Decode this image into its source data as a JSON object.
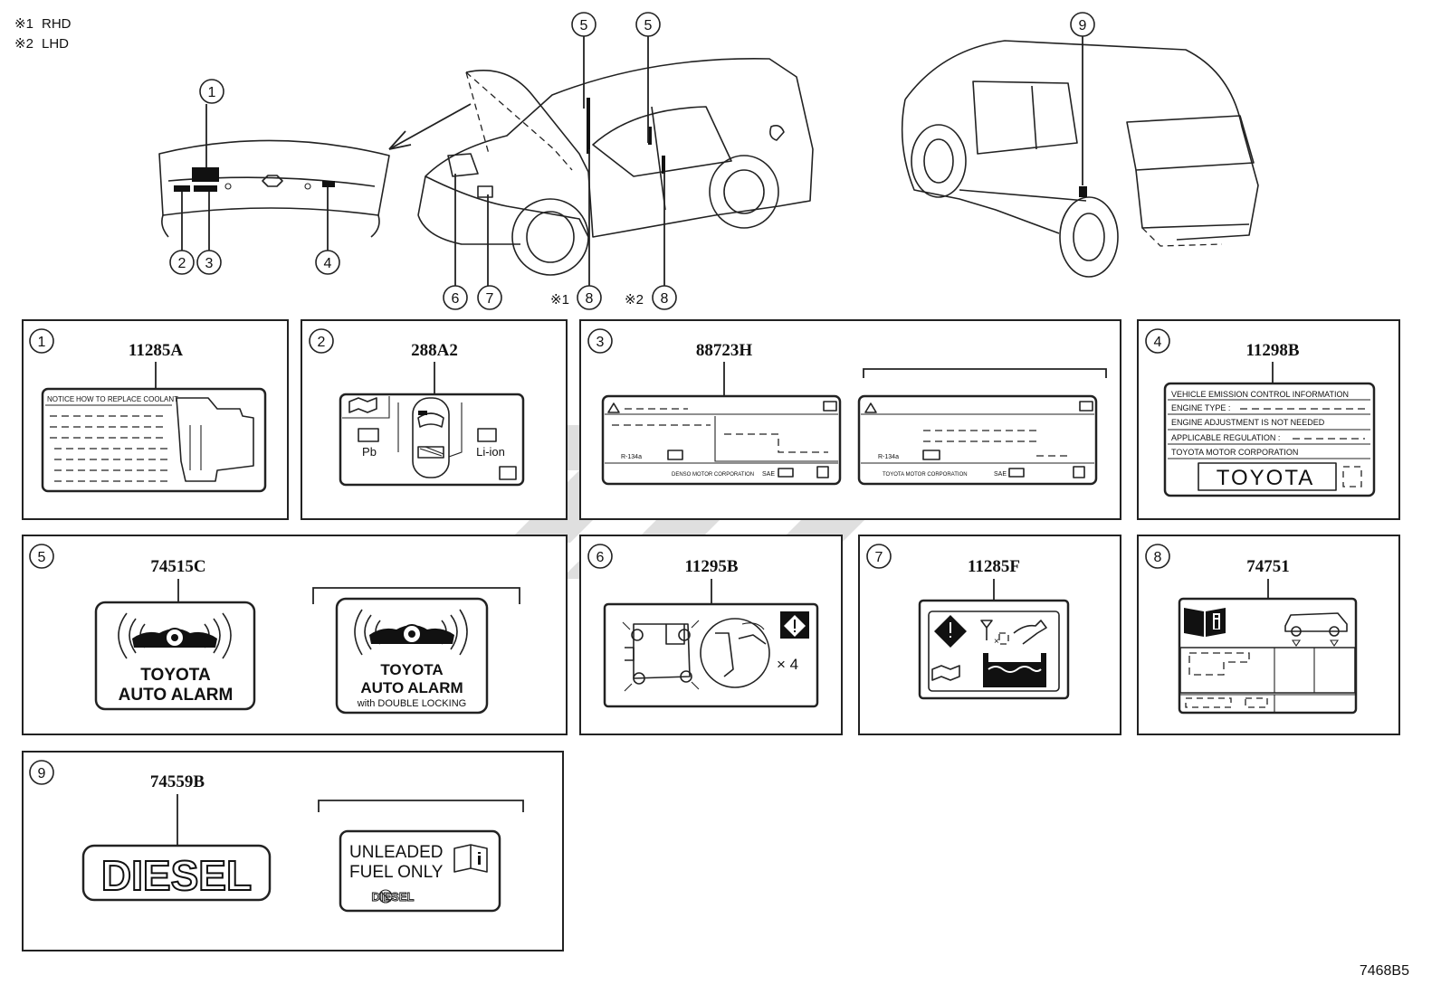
{
  "notes": [
    {
      "mark": "※1",
      "text": "RHD"
    },
    {
      "mark": "※2",
      "text": "LHD"
    }
  ],
  "callouts": {
    "c1": "1",
    "c2": "2",
    "c3": "3",
    "c4": "4",
    "c5a": "5",
    "c5b": "5",
    "c6": "6",
    "c7": "7",
    "c8a": "8",
    "c8b": "8",
    "c9": "9",
    "rhd_mark": "※1",
    "lhd_mark": "※2"
  },
  "panels": [
    {
      "index": "1",
      "part_number": "11285A",
      "label_text": {
        "notice": "NOTICE",
        "how": "HOW TO REPLACE COOLANT"
      }
    },
    {
      "index": "2",
      "part_number": "288A2",
      "label_text": {
        "pb": "Pb",
        "liion": "Li-ion"
      }
    },
    {
      "index": "3",
      "part_number": "88723H",
      "label_text": {
        "refrigerant": "R-134a",
        "maker": "DENSO MOTOR CORPORATION",
        "sae": "SAE",
        "maker2": "TOYOTA MOTOR CORPORATION"
      }
    },
    {
      "index": "4",
      "part_number": "11298B",
      "label_text": {
        "line1": "VEHICLE EMISSION CONTROL INFORMATION",
        "line2": "ENGINE TYPE :",
        "line3": "ENGINE ADJUSTMENT IS NOT NEEDED",
        "line4": "APPLICABLE REGULATION :",
        "line5": "TOYOTA MOTOR CORPORATION",
        "brand": "TOYOTA"
      }
    },
    {
      "index": "5",
      "part_number": "74515C",
      "label_text": {
        "a_line1": "TOYOTA",
        "a_line2": "AUTO ALARM",
        "b_line1": "TOYOTA",
        "b_line2": "AUTO ALARM",
        "b_line3": "with DOUBLE LOCKING"
      }
    },
    {
      "index": "6",
      "part_number": "11295B",
      "label_text": {
        "times": "× 4"
      }
    },
    {
      "index": "7",
      "part_number": "11285F",
      "label_text": {}
    },
    {
      "index": "8",
      "part_number": "74751",
      "label_text": {}
    },
    {
      "index": "9",
      "part_number": "74559B",
      "label_text": {
        "diesel": "DIESEL",
        "unl1": "UNLEADED",
        "unl2": "FUEL ONLY",
        "small": "DIESEL"
      }
    }
  ],
  "figure_code": "7468B5",
  "colors": {
    "line": "#222222",
    "watermark": "#d9d9d9",
    "background": "#ffffff"
  }
}
